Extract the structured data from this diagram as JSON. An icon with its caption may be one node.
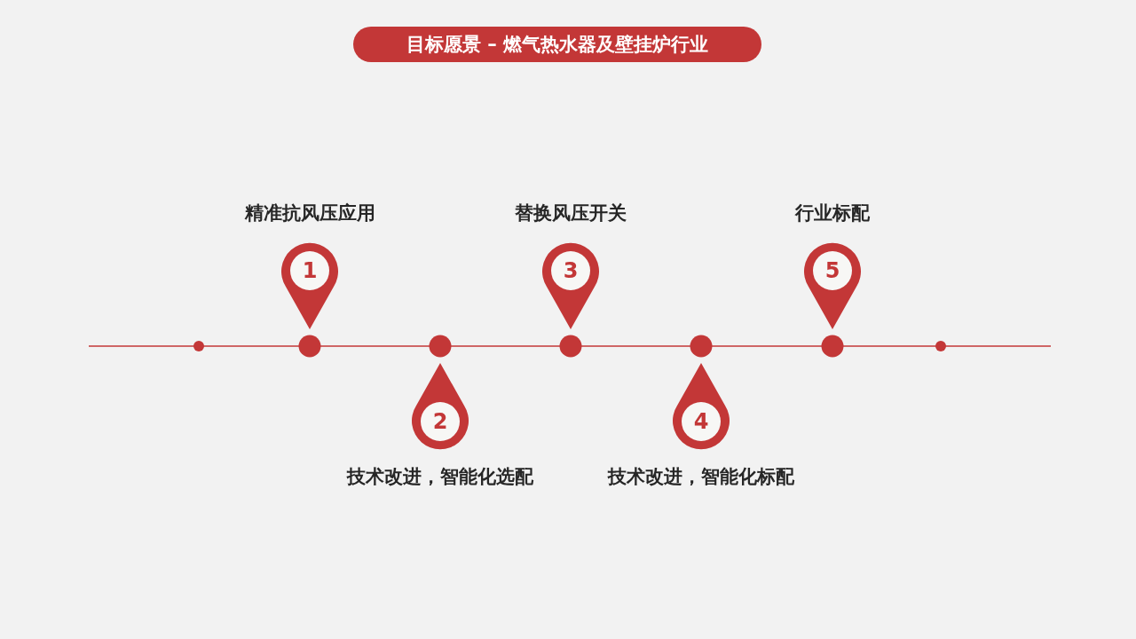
{
  "diagram": {
    "title": "目标愿景 – 燃气热水器及壁挂炉行业",
    "nodes": [
      {
        "text": [
          "1"
        ],
        "beside": [
          "精准抗风压应用"
        ]
      },
      {
        "text": [
          "2"
        ],
        "beside": [
          "技术改进，智能化选配"
        ]
      },
      {
        "text": [
          "3"
        ],
        "beside": [
          "替换风压开关"
        ]
      },
      {
        "text": [
          "4"
        ],
        "beside": [
          "技术改进，智能化标配"
        ]
      },
      {
        "text": [
          "5"
        ],
        "beside": [
          "行业标配"
        ]
      }
    ]
  }
}
